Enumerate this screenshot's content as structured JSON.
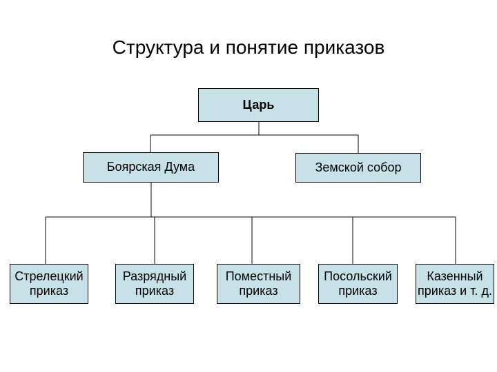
{
  "title": "Структура и понятие приказов",
  "colors": {
    "background": "#ffffff",
    "box_fill": "#c6e2e6",
    "box_border": "#000000",
    "connector_line": "#000000",
    "text": "#000000"
  },
  "diagram": {
    "type": "org-chart",
    "levels": 3,
    "nodes": {
      "tsar": {
        "label": "Царь",
        "level": 1,
        "bold": true
      },
      "duma": {
        "label": "Боярская Дума",
        "level": 2
      },
      "sobor": {
        "label": "Земской собор",
        "level": 2
      },
      "p1": {
        "line1": "Стрелецкий",
        "line2": "приказ",
        "label": "Стрелецкий приказ",
        "level": 3
      },
      "p2": {
        "line1": "Разрядный",
        "line2": "приказ",
        "label": "Разрядный приказ",
        "level": 3
      },
      "p3": {
        "line1": "Поместный",
        "line2": "приказ",
        "label": "Поместный приказ",
        "level": 3
      },
      "p4": {
        "line1": "Посольский",
        "line2": "приказ",
        "label": "Посольский приказ",
        "level": 3
      },
      "p5": {
        "line1": "Казенный",
        "line2": "приказ и т. д.",
        "label": "Казенный приказ и т. д.",
        "level": 3
      }
    },
    "edges": [
      [
        "tsar",
        "duma"
      ],
      [
        "tsar",
        "sobor"
      ],
      [
        "duma",
        "p1"
      ],
      [
        "duma",
        "p2"
      ],
      [
        "duma",
        "p3"
      ],
      [
        "duma",
        "p4"
      ],
      [
        "duma",
        "p5"
      ]
    ]
  }
}
